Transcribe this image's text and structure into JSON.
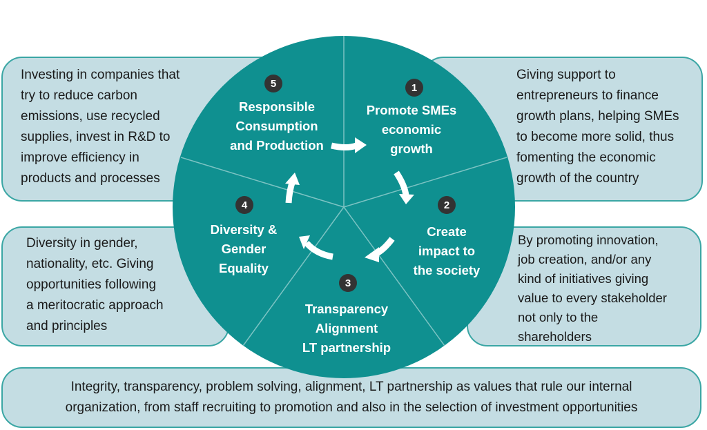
{
  "boxes": {
    "top_left": [
      "Investing in companies that",
      "try to reduce carbon",
      "emissions, use recycled",
      "supplies, invest in R&D to",
      "improve efficiency in",
      "products and processes"
    ],
    "top_right": [
      "Giving support to",
      "entrepreneurs to finance",
      "growth plans, helping SMEs",
      "to become more solid, thus",
      "fomenting the economic",
      "growth of the country"
    ],
    "mid_left": [
      "Diversity in gender,",
      "nationality, etc. Giving",
      "opportunities following",
      "a meritocratic approach",
      "and principles"
    ],
    "mid_right": [
      "By promoting innovation,",
      "job creation, and/or any",
      "kind of initiatives giving",
      "value to every stakeholder",
      "not only to the",
      "shareholders"
    ],
    "bottom": [
      "Integrity, transparency, problem solving, alignment, LT partnership as  values that rule our internal",
      "organization, from staff recruiting to promotion and also in the selection of investment opportunities"
    ]
  },
  "segments": [
    {
      "number": "1",
      "lines": [
        "Promote SMEs",
        "economic",
        "growth"
      ]
    },
    {
      "number": "2",
      "lines": [
        "Create",
        "impact to",
        "the society"
      ]
    },
    {
      "number": "3",
      "lines": [
        "Transparency",
        "Alignment",
        "LT partnership"
      ]
    },
    {
      "number": "4",
      "lines": [
        "Diversity &",
        "Gender",
        "Equality"
      ]
    },
    {
      "number": "5",
      "lines": [
        "Responsible",
        "Consumption",
        "and Production"
      ]
    }
  ],
  "colors": {
    "wheel": "#0f9090",
    "box_fill": "#c4dde3",
    "box_border": "#3aa6a4",
    "badge": "#333333"
  }
}
